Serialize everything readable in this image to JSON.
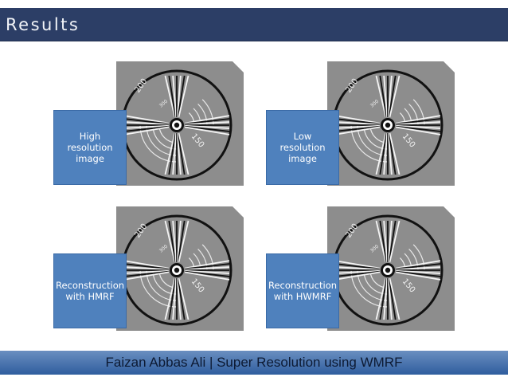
{
  "slide": {
    "title": "Results",
    "footer": "Faizan Abbas Ali | Super Resolution using WMRF"
  },
  "panels": [
    {
      "label": "High resolution image"
    },
    {
      "label": "Low resolution image"
    },
    {
      "label": "Reconstruction with HMRF"
    },
    {
      "label": "Reconstruction with HWMRF"
    }
  ],
  "chart_markings": {
    "top": "200",
    "right": "150",
    "inner": "300"
  }
}
